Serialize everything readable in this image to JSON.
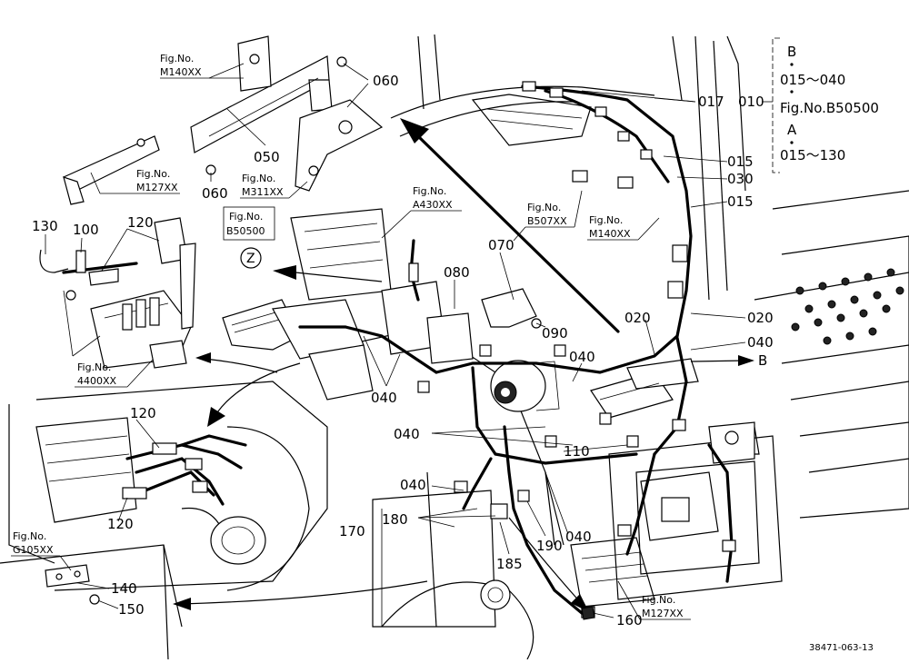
{
  "parts": {
    "p060a": "060",
    "p060b": "060",
    "p050": "050",
    "p017": "017",
    "p010": "010",
    "p015a": "015",
    "p030": "030",
    "p015b": "015",
    "p130": "130",
    "p100": "100",
    "p120a": "120",
    "p070": "070",
    "p080": "080",
    "p090": "090",
    "p020a": "020",
    "p020b": "020",
    "p040a": "040",
    "p040b": "040",
    "p040c": "040",
    "p040d": "040",
    "p040e": "040",
    "p040f": "040",
    "p110": "110",
    "p120b": "120",
    "p120c": "120",
    "p170": "170",
    "p180": "180",
    "p185": "185",
    "p190": "190",
    "p140": "140",
    "p150": "150",
    "p160": "160"
  },
  "fig_refs": {
    "m140_top": {
      "line1": "Fig.No.",
      "line2": "M140XX"
    },
    "m127_left": {
      "line1": "Fig.No.",
      "line2": "M127XX"
    },
    "m311": {
      "line1": "Fig.No.",
      "line2": "M311XX"
    },
    "b50500_box": {
      "line1": "Fig.No.",
      "line2": "B50500"
    },
    "a430": {
      "line1": "Fig.No.",
      "line2": "A430XX"
    },
    "b507": {
      "line1": "Fig.No.",
      "line2": "B507XX"
    },
    "m140_right": {
      "line1": "Fig.No.",
      "line2": "M140XX"
    },
    "f4400": {
      "line1": "Fig.No.",
      "line2": "4400XX"
    },
    "g105": {
      "line1": "Fig.No.",
      "line2": "G105XX"
    },
    "m127_bottom": {
      "line1": "Fig.No.",
      "line2": "M127XX"
    }
  },
  "callout": {
    "b": "B",
    "b_range": "015～040",
    "fig_ref": "Fig.No.B50500",
    "a": "A",
    "a_range": "015～130"
  },
  "markers": {
    "z": "Z",
    "b": "B"
  },
  "drawing_code": "38471-063-13"
}
